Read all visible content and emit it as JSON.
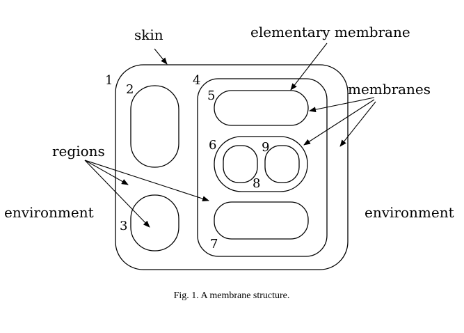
{
  "diagram": {
    "labels": {
      "skin": "skin",
      "elementary_membrane": "elementary membrane",
      "membranes": "membranes",
      "regions": "regions",
      "environment_left": "environment",
      "environment_right": "environment"
    },
    "numbers": {
      "m1": "1",
      "m2": "2",
      "m3": "3",
      "m4": "4",
      "m5": "5",
      "m6": "6",
      "m7": "7",
      "m8": "8",
      "m9": "9"
    },
    "caption": "Fig. 1. A membrane structure."
  }
}
